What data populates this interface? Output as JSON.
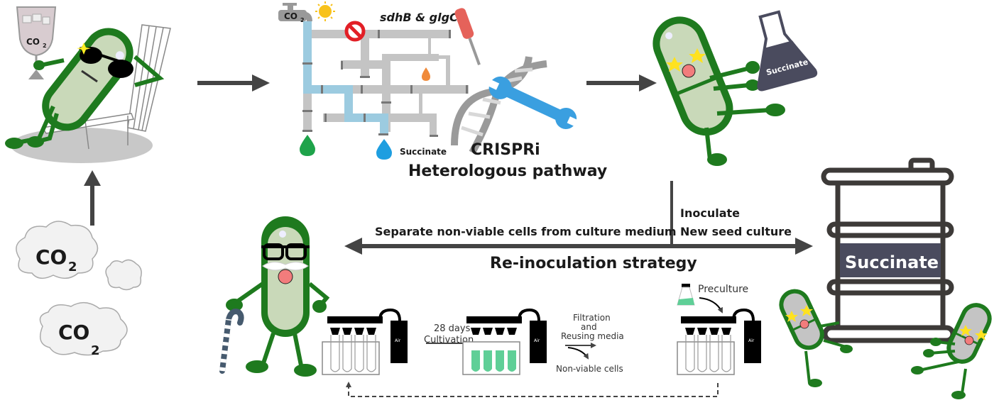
{
  "figure": {
    "title": "Re-inoculation strategy for succinate production",
    "colors": {
      "cell_green": "#1e7a1e",
      "cell_body": "#c9d9b9",
      "pipe_gray": "#c4c4c4",
      "pipe_blue": "#9ccbe0",
      "arrow_dark": "#444444",
      "barrel_dark": "#3d3a38",
      "label_box": "#4a4b5e",
      "culture_green": "#5fcf97"
    }
  },
  "panel_relaxed": {
    "glass_label": "CO",
    "glass_label_sub": "2"
  },
  "clouds": [
    {
      "label": "CO",
      "sub": "2"
    },
    {
      "label": "",
      "sub": ""
    },
    {
      "label": "CO",
      "sub": "2"
    }
  ],
  "pathway": {
    "tap_label": "CO",
    "tap_label_sub": "2",
    "gene_label": "sdhB & glgC",
    "product_label": "Succinate",
    "crispri_label": "CRISPRi",
    "heterologous_label": "Heterologous pathway"
  },
  "happy_cell": {
    "flask_label": "Succinate"
  },
  "strategy": {
    "left_label": "Separate non-viable cells from culture medium",
    "right_label_1": "Inoculate",
    "right_label_2": "New seed culture",
    "title": "Re-inoculation strategy"
  },
  "barrel": {
    "label": "Succinate"
  },
  "process": {
    "step1_line1": "28 days",
    "step1_line2": "Cultivation",
    "step2_line1": "Filtration",
    "step2_line2": "and",
    "step2_line3": "Reusing media",
    "waste_label": "Non-viable cells",
    "preculture_label": "Preculture",
    "air_label": "Air"
  }
}
